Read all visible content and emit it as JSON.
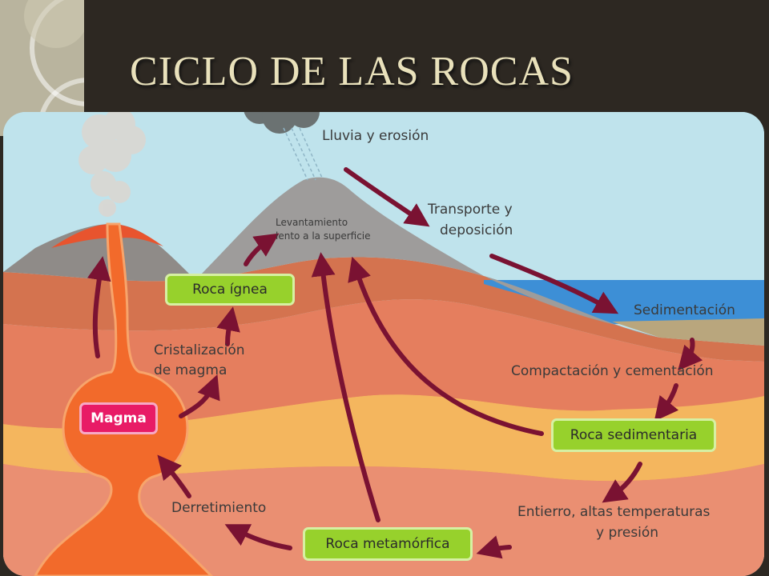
{
  "slide": {
    "title": "CICLO DE LAS ROCAS"
  },
  "diagram": {
    "labels": {
      "lluvia": "Lluvia y erosión",
      "transporte_1": "Transporte y",
      "transporte_2": "deposición",
      "sedimentacion": "Sedimentación",
      "levantamiento_1": "Levantamiento",
      "levantamiento_2": "lento a la superficie",
      "cristalizacion_1": "Cristalización",
      "cristalizacion_2": "de magma",
      "compactacion": "Compactación y cementación",
      "entierro_1": "Entierro, altas temperaturas",
      "entierro_2": "y presión",
      "derretimiento": "Derretimiento"
    },
    "boxes": {
      "ignea": "Roca ígnea",
      "magma": "Magma",
      "sedimentaria": "Roca sedimentaria",
      "metamorfica": "Roca metamórfica"
    },
    "colors": {
      "rock_box": "#97d12c",
      "magma_box": "#e81b66",
      "arrow": "#7a1232",
      "water": "#3d8fd6",
      "magma": "#f26a2b"
    }
  }
}
